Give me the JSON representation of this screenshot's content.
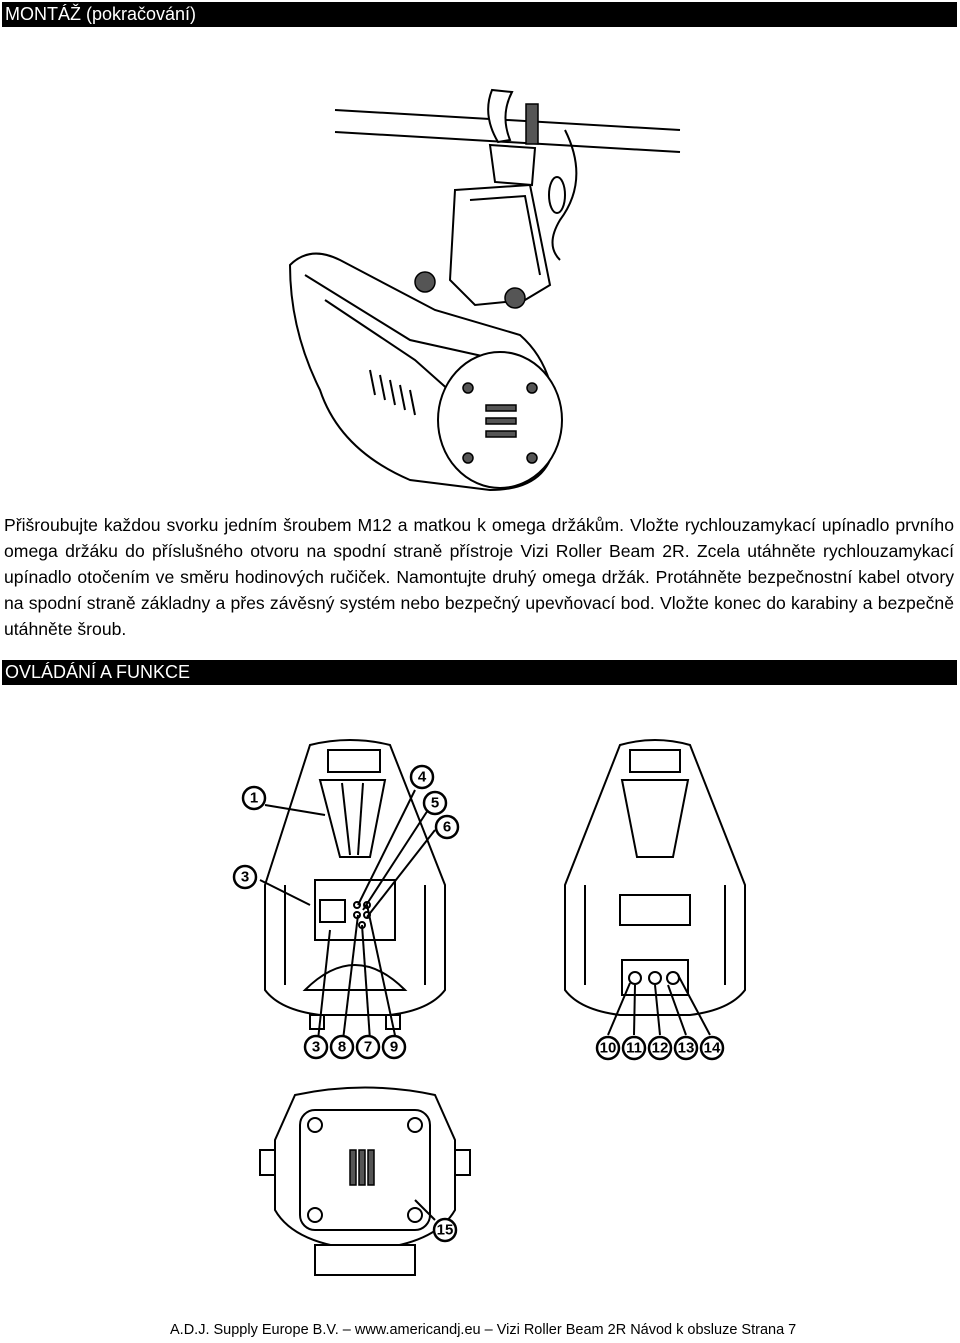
{
  "header": {
    "title": "MONTÁŽ (pokračování)"
  },
  "paragraph": "Přišroubujte každou svorku jedním šroubem M12 a matkou k omega držákům. Vložte rychlouzamykací upínadlo prvního omega držáku do příslušného otvoru na spodní straně přístroje Vizi Roller Beam 2R. Zcela utáhněte rychlouzamykací upínadlo otočením ve směru hodinových ručiček. Namontujte druhý omega držák. Protáhněte bezpečnostní kabel otvory na spodní straně základny a přes závěsný systém nebo bezpečný upevňovací bod. Vložte konec do karabiny a bezpečně utáhněte šroub.",
  "section": {
    "title": "OVLÁDÁNÍ A FUNKCE"
  },
  "callouts": {
    "front": [
      "1",
      "3",
      "4",
      "5",
      "6"
    ],
    "front_bottom": [
      "3",
      "8",
      "7",
      "9"
    ],
    "back_bottom": [
      "10",
      "11",
      "12",
      "13",
      "14"
    ],
    "top": [
      "15"
    ]
  },
  "footer": "A.D.J. Supply Europe B.V. – www.americandj.eu – Vizi Roller Beam 2R  Návod k obsluze Strana 7"
}
